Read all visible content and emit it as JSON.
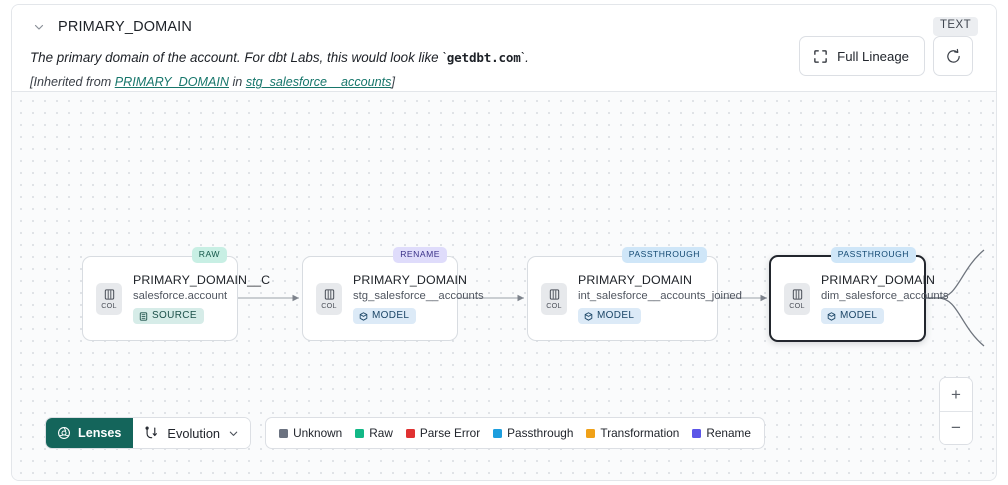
{
  "header": {
    "collapse_icon": "chevron-down-icon",
    "title": "PRIMARY_DOMAIN",
    "type_badge": "TEXT",
    "description_prefix": "The primary domain of the account. For dbt Labs, this would look like `",
    "description_code": "getdbt.com",
    "description_suffix": "`.",
    "inherited_prefix": "[Inherited from ",
    "inherited_column_link": "PRIMARY_DOMAIN",
    "inherited_mid": " in ",
    "inherited_table_link": "stg_salesforce__accounts",
    "inherited_suffix": "]"
  },
  "controls": {
    "full_lineage_label": "Full Lineage",
    "full_lineage_icon": "expand-icon",
    "refresh_icon": "refresh-icon",
    "zoom_in_label": "+",
    "zoom_out_label": "−"
  },
  "graph": {
    "nodes": [
      {
        "column": "PRIMARY_DOMAIN__C",
        "table": "salesforce.account",
        "tag": "SOURCE",
        "tag_icon": "source-table-icon",
        "tag_class": "tag-source",
        "badge": "RAW",
        "badge_class": "badge-raw",
        "chip": "COL",
        "chip_icon": "column-icon",
        "selected": false
      },
      {
        "column": "PRIMARY_DOMAIN",
        "table": "stg_salesforce__accounts",
        "tag": "MODEL",
        "tag_icon": "cube-icon",
        "tag_class": "tag-model",
        "badge": "RENAME",
        "badge_class": "badge-rename",
        "chip": "COL",
        "chip_icon": "column-icon",
        "selected": false
      },
      {
        "column": "PRIMARY_DOMAIN",
        "table": "int_salesforce__accounts_joined",
        "tag": "MODEL",
        "tag_icon": "cube-icon",
        "tag_class": "tag-model",
        "badge": "PASSTHROUGH",
        "badge_class": "badge-passthrough",
        "chip": "COL",
        "chip_icon": "column-icon",
        "selected": false
      },
      {
        "column": "PRIMARY_DOMAIN",
        "table": "dim_salesforce_accounts",
        "tag": "MODEL",
        "tag_icon": "cube-icon",
        "tag_class": "tag-model",
        "badge": "PASSTHROUGH",
        "badge_class": "badge-passthrough",
        "chip": "COL",
        "chip_icon": "column-icon",
        "selected": true
      }
    ]
  },
  "toolbar": {
    "lenses_label": "Lenses",
    "lenses_icon": "lens-icon",
    "evolution_label": "Evolution",
    "evolution_icon": "evolution-icon",
    "evolution_chevron": "chevron-down-icon"
  },
  "legend": [
    {
      "label": "Unknown",
      "color": "#6b7280"
    },
    {
      "label": "Raw",
      "color": "#12b886"
    },
    {
      "label": "Parse Error",
      "color": "#e03131"
    },
    {
      "label": "Passthrough",
      "color": "#1c9ede"
    },
    {
      "label": "Transformation",
      "color": "#f0a118"
    },
    {
      "label": "Rename",
      "color": "#5b55e8"
    }
  ]
}
